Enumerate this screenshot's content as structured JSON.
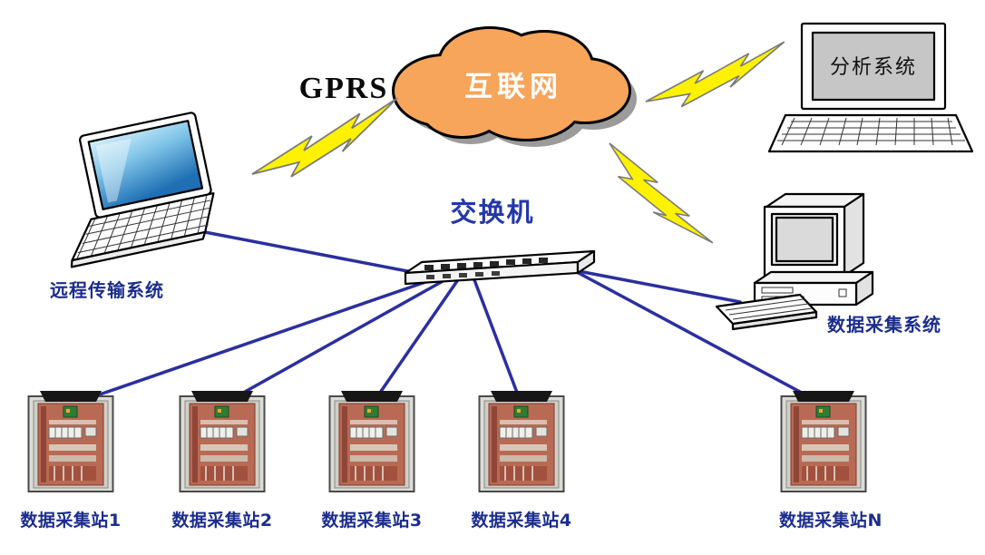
{
  "diagram": {
    "type": "network-topology",
    "labels": {
      "gprs": "GPRS",
      "cloud": "互联网",
      "switch": "交换机",
      "analysis_screen": "分析系统",
      "remote_system": "远程传输系统",
      "daq_system": "数据采集系统"
    },
    "stations": [
      {
        "id": "station-1",
        "label": "数据采集站1"
      },
      {
        "id": "station-2",
        "label": "数据采集站2"
      },
      {
        "id": "station-3",
        "label": "数据采集站3"
      },
      {
        "id": "station-4",
        "label": "数据采集站4"
      },
      {
        "id": "station-n",
        "label": "数据采集站N"
      }
    ],
    "connections": [
      {
        "from": "远程传输系统",
        "to": "互联网",
        "medium": "wireless-lightning",
        "via": "GPRS"
      },
      {
        "from": "互联网",
        "to": "分析系统",
        "medium": "wireless-lightning"
      },
      {
        "from": "互联网",
        "to": "数据采集系统",
        "medium": "wireless-lightning"
      },
      {
        "from": "远程传输系统",
        "to": "交换机",
        "medium": "cable"
      },
      {
        "from": "交换机",
        "to": "数据采集系统",
        "medium": "cable"
      },
      {
        "from": "交换机",
        "to": "数据采集站1",
        "medium": "cable"
      },
      {
        "from": "交换机",
        "to": "数据采集站2",
        "medium": "cable"
      },
      {
        "from": "交换机",
        "to": "数据采集站3",
        "medium": "cable"
      },
      {
        "from": "交换机",
        "to": "数据采集站4",
        "medium": "cable"
      },
      {
        "from": "交换机",
        "to": "数据采集站N",
        "medium": "cable"
      }
    ],
    "colors": {
      "cloud_fill": "#F6A55B",
      "cloud_outline": "#000000",
      "lightning_fill": "#FFF200",
      "lightning_outline": "#7A7A7A",
      "cable_blue": "#2B2F9E",
      "label_blue": "#1C2D8C",
      "switch_label_blue": "#2438A8",
      "cabinet_panel_red": "#B96A55"
    }
  }
}
